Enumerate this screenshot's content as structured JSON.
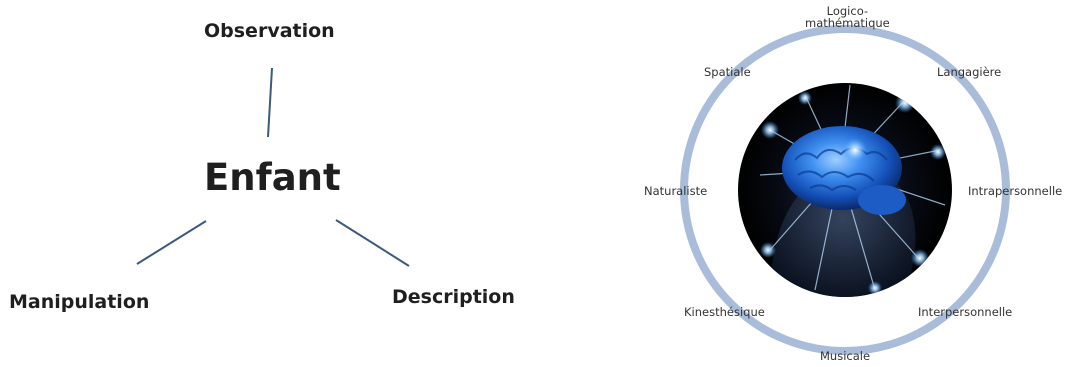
{
  "concept_map": {
    "center": "Enfant",
    "nodes": {
      "top": "Observation",
      "bottom_left": "Manipulation",
      "bottom_right": "Description"
    },
    "line_color": "#3d5a7e"
  },
  "intelligences_wheel": {
    "labels": {
      "top": "Logico-\nmathématique",
      "top_right": "Langagière",
      "right": "Intrapersonnelle",
      "bottom_right": "Interpersonnelle",
      "bottom": "Musicale",
      "bottom_left": "Kinesthésique",
      "left": "Naturaliste",
      "top_left": "Spatiale"
    },
    "ring_color": "#a9bcd9",
    "brain_color": "#2a6fd6"
  }
}
